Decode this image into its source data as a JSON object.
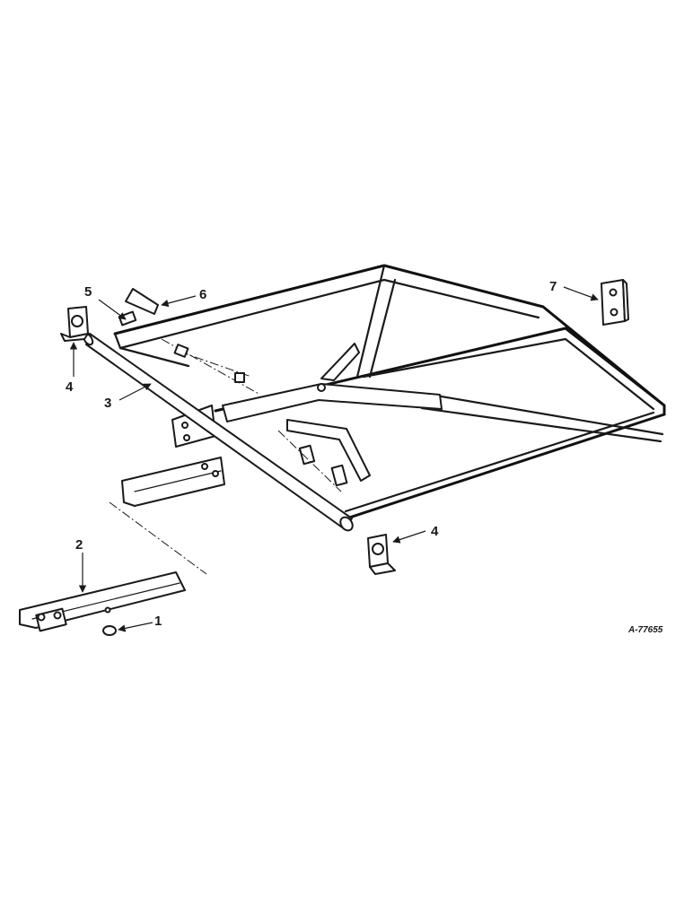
{
  "diagram": {
    "drawing_id": "A-77655",
    "callouts": [
      {
        "number": "1",
        "part": "nut"
      },
      {
        "number": "2",
        "part": "angle-brace"
      },
      {
        "number": "3",
        "part": "tube"
      },
      {
        "number": "4",
        "part": "end-bracket-left"
      },
      {
        "number": "4",
        "part": "end-bracket-right"
      },
      {
        "number": "5",
        "part": "plate-small"
      },
      {
        "number": "6",
        "part": "angle-upper"
      },
      {
        "number": "7",
        "part": "mounting-plate"
      }
    ]
  }
}
